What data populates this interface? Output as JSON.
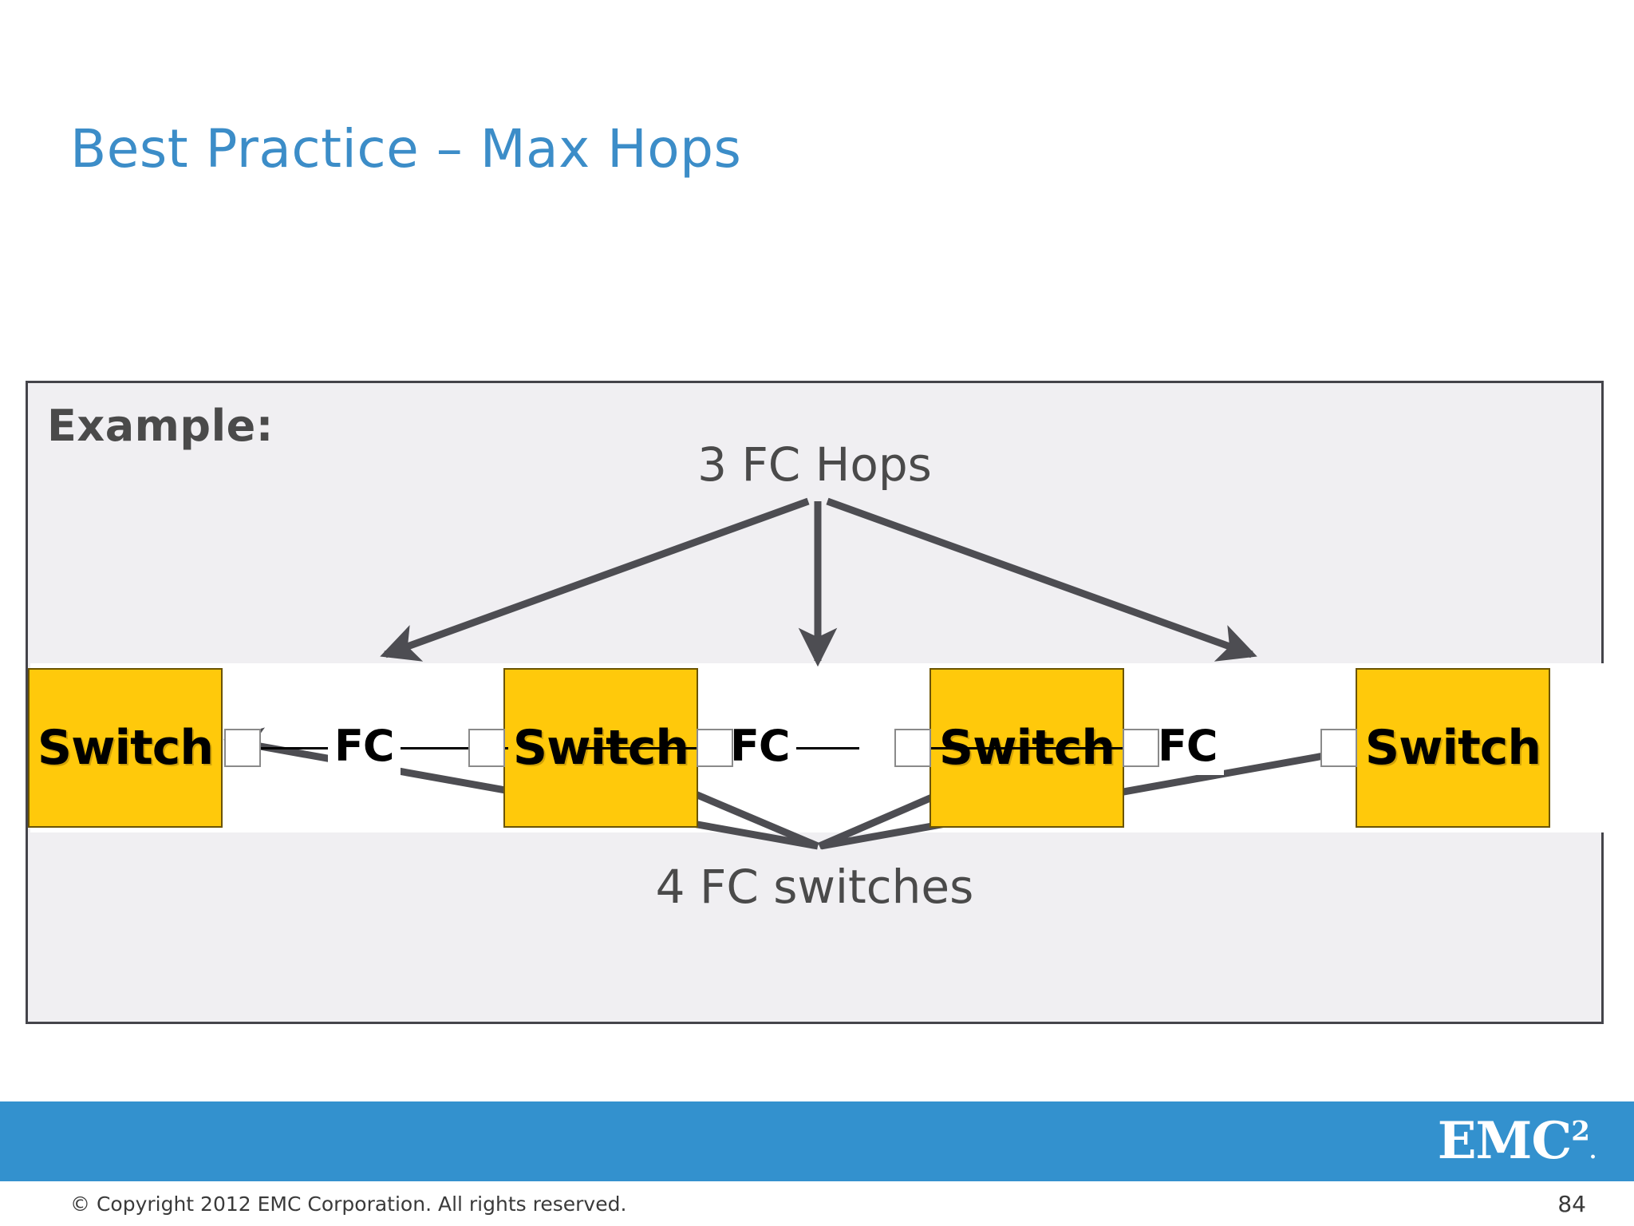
{
  "slide": {
    "title": "Best Practice – Max Hops",
    "page_number": "84",
    "title_color": "#3C8DC8"
  },
  "example": {
    "label": "Example:",
    "top_callout": "3 FC Hops",
    "bottom_callout": "4 FC switches",
    "box_background": "#F0EFF2",
    "box_border_color": "#44444A",
    "band_background": "#FFFFFF",
    "arrow_color": "#4D4D52"
  },
  "diagram": {
    "switch_color": "#FFC90B",
    "switch_text_color": "#000000",
    "port_color": "#FFFFFF",
    "link_color": "#000000",
    "switches": [
      {
        "label": "Switch"
      },
      {
        "label": "Switch"
      },
      {
        "label": "Switch"
      },
      {
        "label": "Switch"
      }
    ],
    "links": [
      {
        "label": "FC"
      },
      {
        "label": "FC"
      },
      {
        "label": "FC"
      }
    ]
  },
  "footer": {
    "bar_color": "#3391CE",
    "logo_text": "EMC",
    "logo_superscript": "2",
    "logo_registered": ".",
    "copyright": "© Copyright 2012 EMC Corporation. All rights reserved."
  }
}
